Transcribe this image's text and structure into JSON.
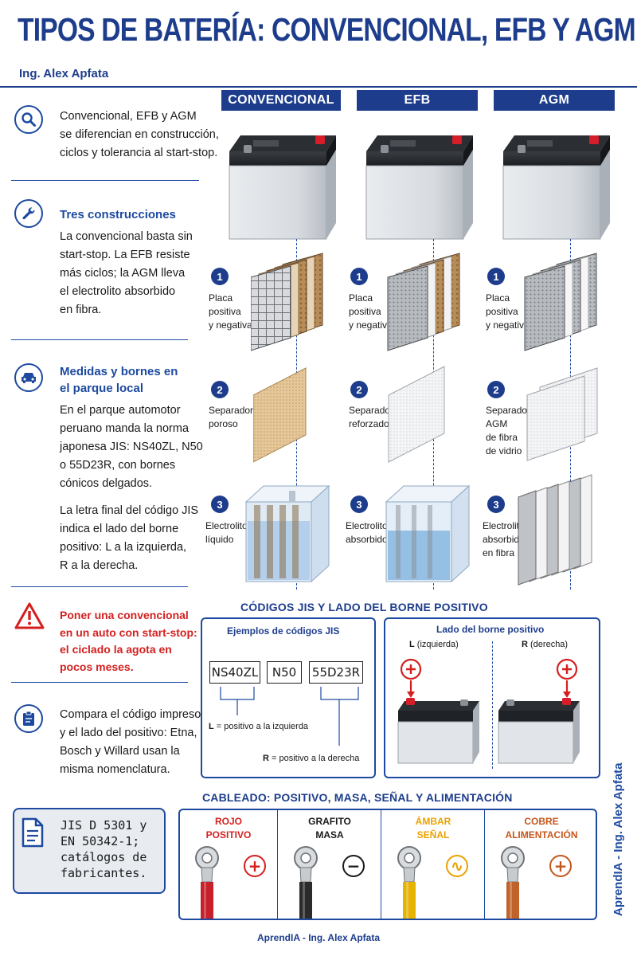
{
  "header": {
    "title": "TIPOS DE BATERÍA: CONVENCIONAL, EFB Y AGM",
    "author": "Ing. Alex Apfata"
  },
  "left": {
    "intro": [
      "Convencional, EFB y AGM",
      "se diferencian en construcción,",
      "ciclos y tolerancia al start-stop."
    ],
    "construcciones": {
      "heading": "Tres construcciones",
      "lines": [
        "La convencional basta sin",
        "start-stop. La EFB resiste",
        "más ciclos; la AGM lleva",
        "el electrolito absorbido",
        "en fibra."
      ]
    },
    "medidas": {
      "heading": [
        "Medidas y bornes en",
        "el parque local"
      ],
      "lines": [
        "En el parque automotor",
        "peruano manda la norma",
        "japonesa JIS: NS40ZL, N50",
        "o 55D23R, con bornes",
        "cónicos delgados."
      ],
      "lines2": [
        "La letra final del código JIS",
        "indica el lado del borne",
        "positivo: L a la izquierda,",
        "R a la derecha."
      ]
    },
    "warning": [
      "Poner una convencional",
      "en un auto con start-stop:",
      "el ciclado la agota en",
      "pocos meses."
    ],
    "compare": [
      "Compara el código impreso",
      "y el lado del positivo: Etna,",
      "Bosch y Willard usan la",
      "misma nomenclatura."
    ],
    "refs": [
      "JIS D 5301 y",
      "EN 50342-1;",
      "catálogos de",
      "fabricantes."
    ]
  },
  "columns": [
    {
      "name": "CONVENCIONAL",
      "c1": [
        "Placa",
        "positiva",
        "y negativa"
      ],
      "c2": [
        "Separador",
        "poroso"
      ],
      "c3": [
        "Electrolito",
        "líquido"
      ]
    },
    {
      "name": "EFB",
      "c1": [
        "Placa",
        "positiva",
        "y negativa"
      ],
      "c2": [
        "Separador",
        "reforzado"
      ],
      "c3": [
        "Electrolito",
        "absorbido"
      ]
    },
    {
      "name": "AGM",
      "c1": [
        "Placa",
        "positiva",
        "y negativa"
      ],
      "c2": [
        "Separador",
        "AGM",
        "de fibra",
        "de vidrio"
      ],
      "c3": [
        "Electrolito",
        "absorbido",
        "en fibra"
      ]
    }
  ],
  "steps": [
    "1",
    "2",
    "3"
  ],
  "jis": {
    "title": "CÓDIGOS JIS Y LADO DEL BORNE POSITIVO",
    "examples_title": "Ejemplos de códigos JIS",
    "codes": [
      "NS40ZL",
      "N50",
      "55D23R"
    ],
    "l_note_key": "L",
    "l_note": " = positivo a la izquierda",
    "r_note_key": "R",
    "r_note": " = positivo a la derecha",
    "side_title": "Lado del borne positivo",
    "left_key": "L",
    "left_label": " (izquierda)",
    "right_key": "R",
    "right_label": " (derecha)"
  },
  "wiring": {
    "title": "CABLEADO: POSITIVO, MASA, SEÑAL Y ALIMENTACIÓN",
    "cables": [
      {
        "l1": "ROJO",
        "l2": "POSITIVO",
        "label_color": "#d41f1f",
        "wire": "#c8202a",
        "symbol": "+",
        "sym_color": "#d41f1f",
        "icon": "plus-icon"
      },
      {
        "l1": "GRAFITO",
        "l2": "MASA",
        "label_color": "#1a1a1a",
        "wire": "#2b2b2b",
        "symbol": "−",
        "sym_color": "#1a1a1a",
        "icon": "minus-icon"
      },
      {
        "l1": "ÁMBAR",
        "l2": "SEÑAL",
        "label_color": "#e8a200",
        "wire": "#e6b400",
        "symbol": "∿",
        "sym_color": "#e8a200",
        "icon": "wave-icon"
      },
      {
        "l1": "COBRE",
        "l2": "ALIMENTACIÓN",
        "label_color": "#c4571c",
        "wire": "#c0632a",
        "symbol": "+",
        "sym_color": "#c4571c",
        "icon": "plus-icon"
      }
    ]
  },
  "footer": "AprendIA - Ing. Alex Apfata",
  "side_credit": "AprendIA - Ing. Alex Apfata",
  "colors": {
    "brand": "#1d3d8c",
    "accent": "#1d4aa0",
    "warning": "#d41f1f"
  }
}
